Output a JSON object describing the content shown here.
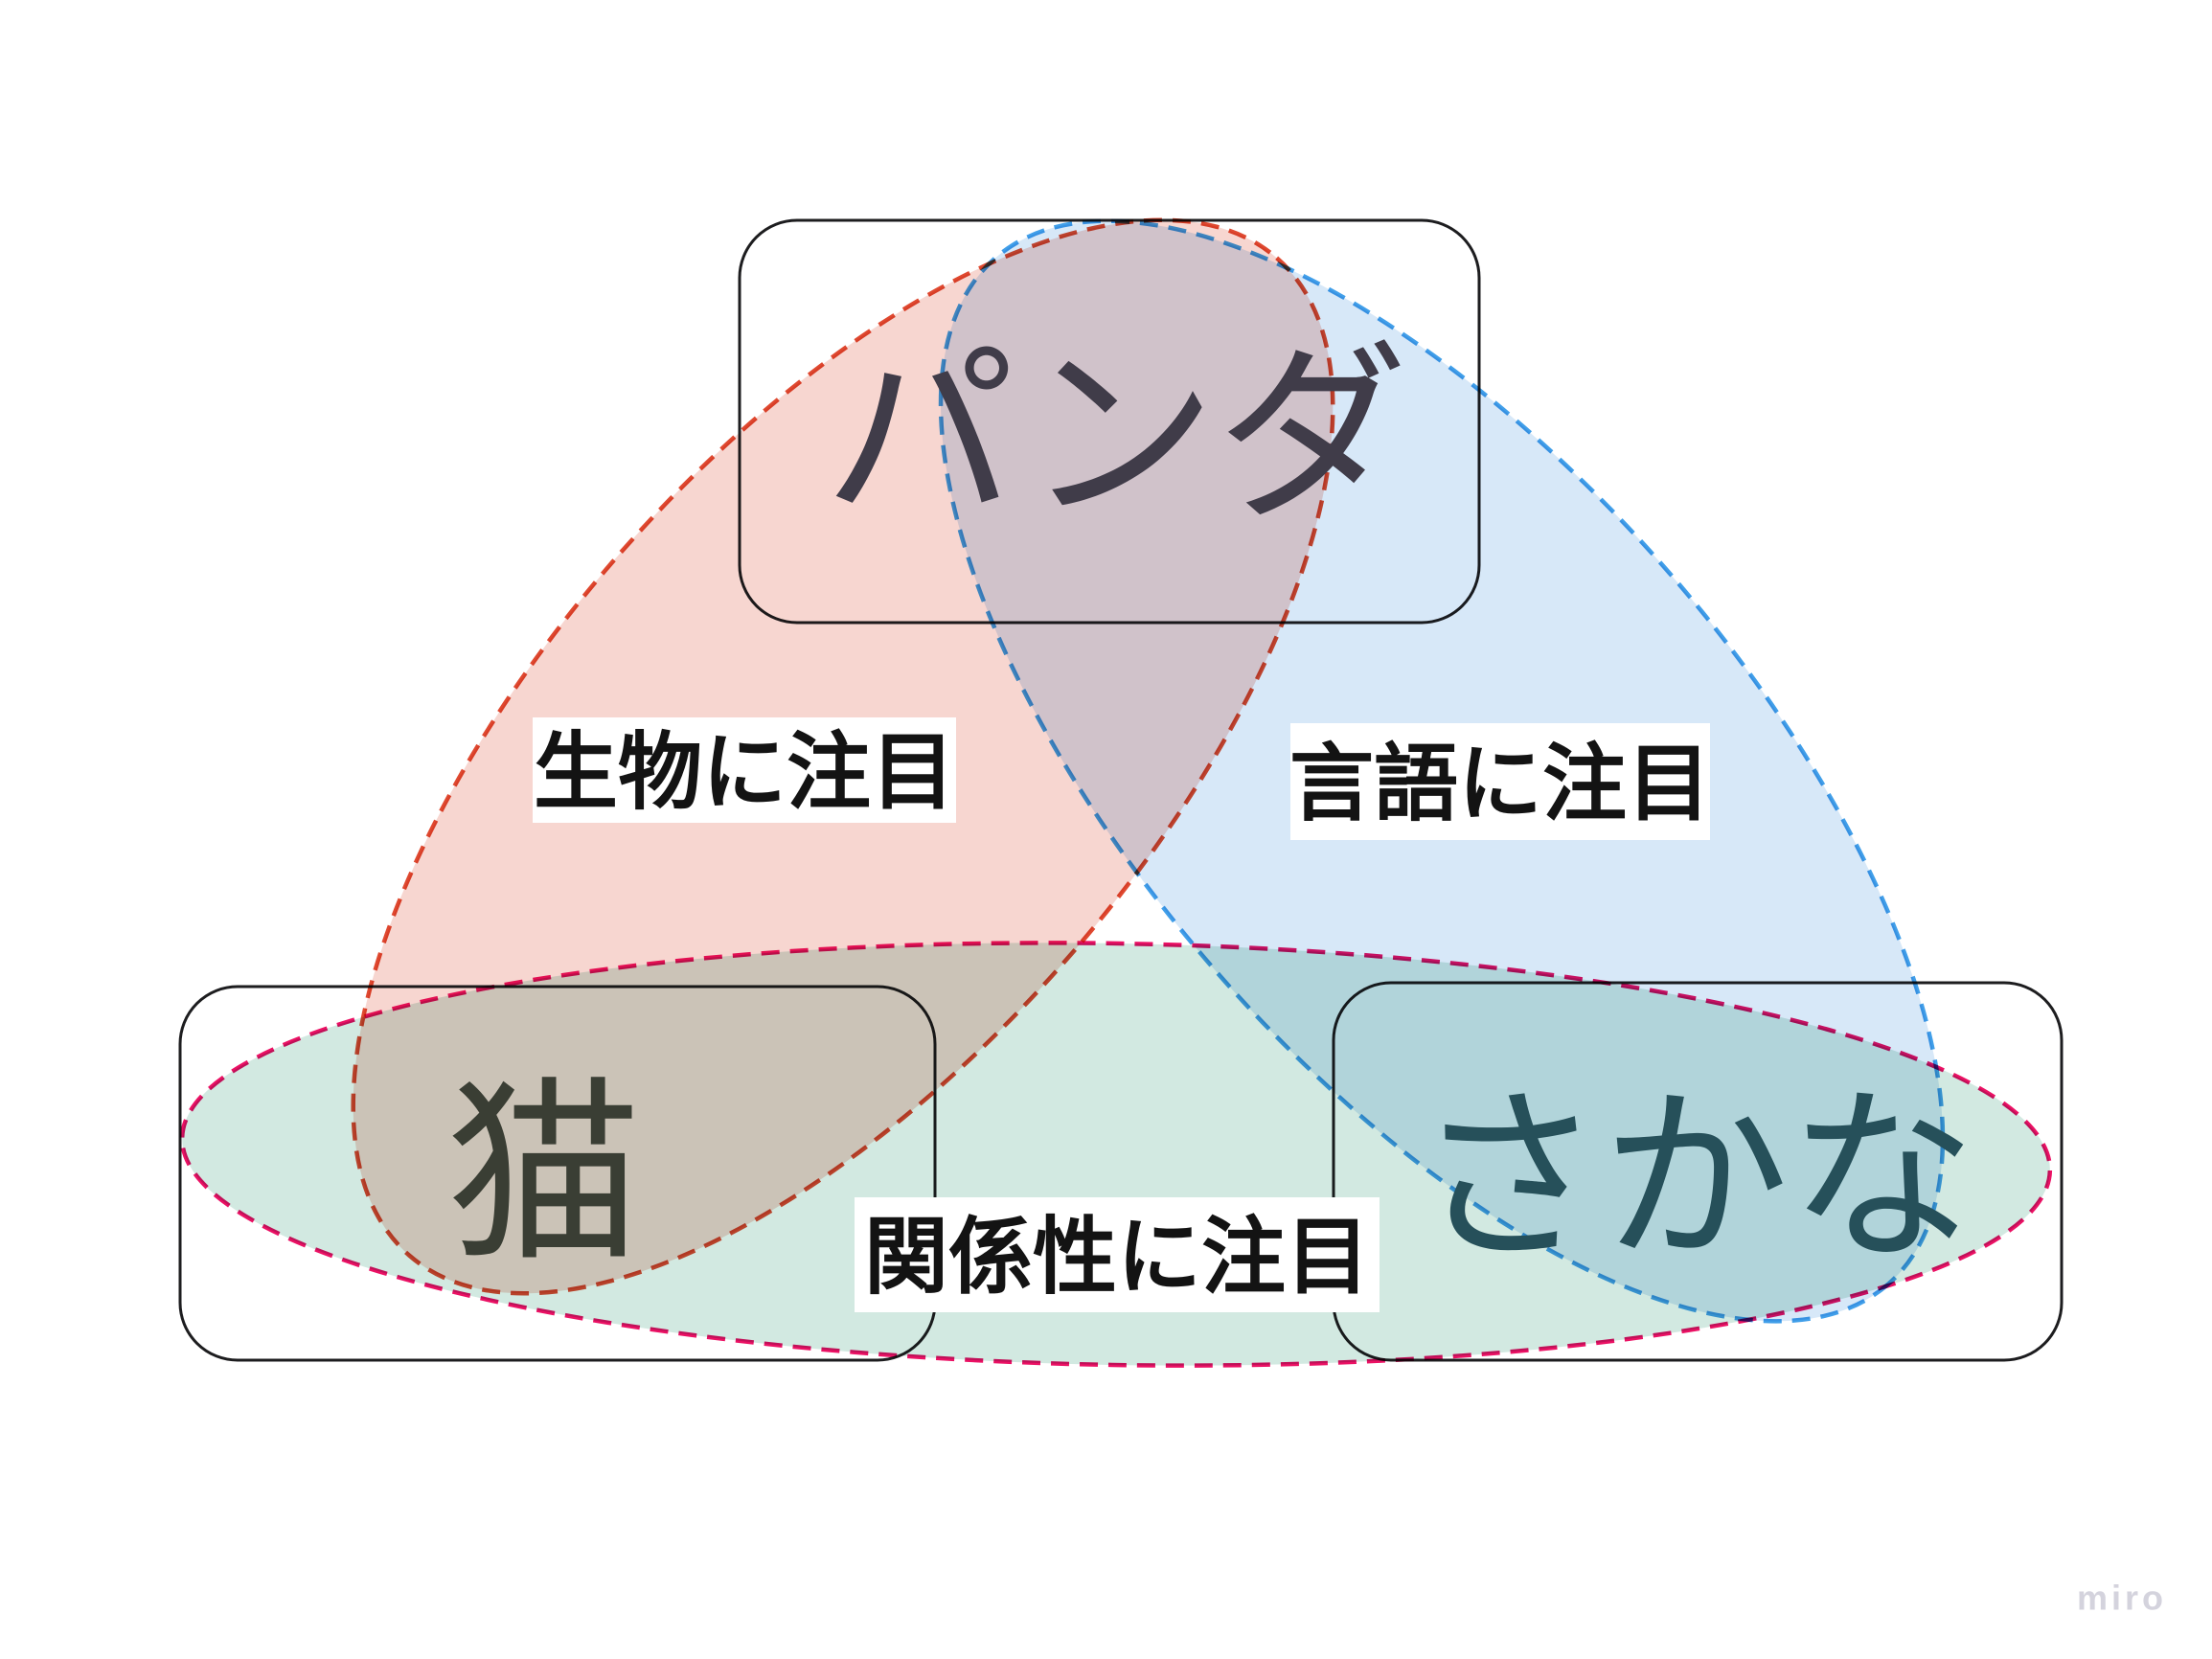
{
  "board": {
    "background_color": "#ffffff",
    "frame_border_color": "#1d1d1f",
    "watermark": "miro",
    "watermark_color": "#d4d3dd"
  },
  "nodes": [
    {
      "id": "panda",
      "label": "パンダ",
      "text_color": "#403c49"
    },
    {
      "id": "cat",
      "label": "猫",
      "text_color": "#3a3e34"
    },
    {
      "id": "fish",
      "label": "さかな",
      "text_color": "#26505a"
    }
  ],
  "sets": [
    {
      "id": "biology",
      "label": "生物に注目",
      "stroke_color": "#df4930",
      "fill_color": "#f7d6d0",
      "label_color": "#131313",
      "label_bg": "#ffffff",
      "members": [
        "パンダ",
        "猫"
      ]
    },
    {
      "id": "language",
      "label": "言語に注目",
      "stroke_color": "#419fe9",
      "fill_color": "#d7e8f8",
      "label_color": "#131313",
      "label_bg": "#ffffff",
      "members": [
        "パンダ",
        "さかな"
      ]
    },
    {
      "id": "relationship",
      "label": "関係性に注目",
      "stroke_color": "#eb1164",
      "fill_color": "#d2e9e1",
      "label_color": "#131313",
      "label_bg": "#ffffff",
      "members": [
        "猫",
        "さかな"
      ]
    }
  ]
}
